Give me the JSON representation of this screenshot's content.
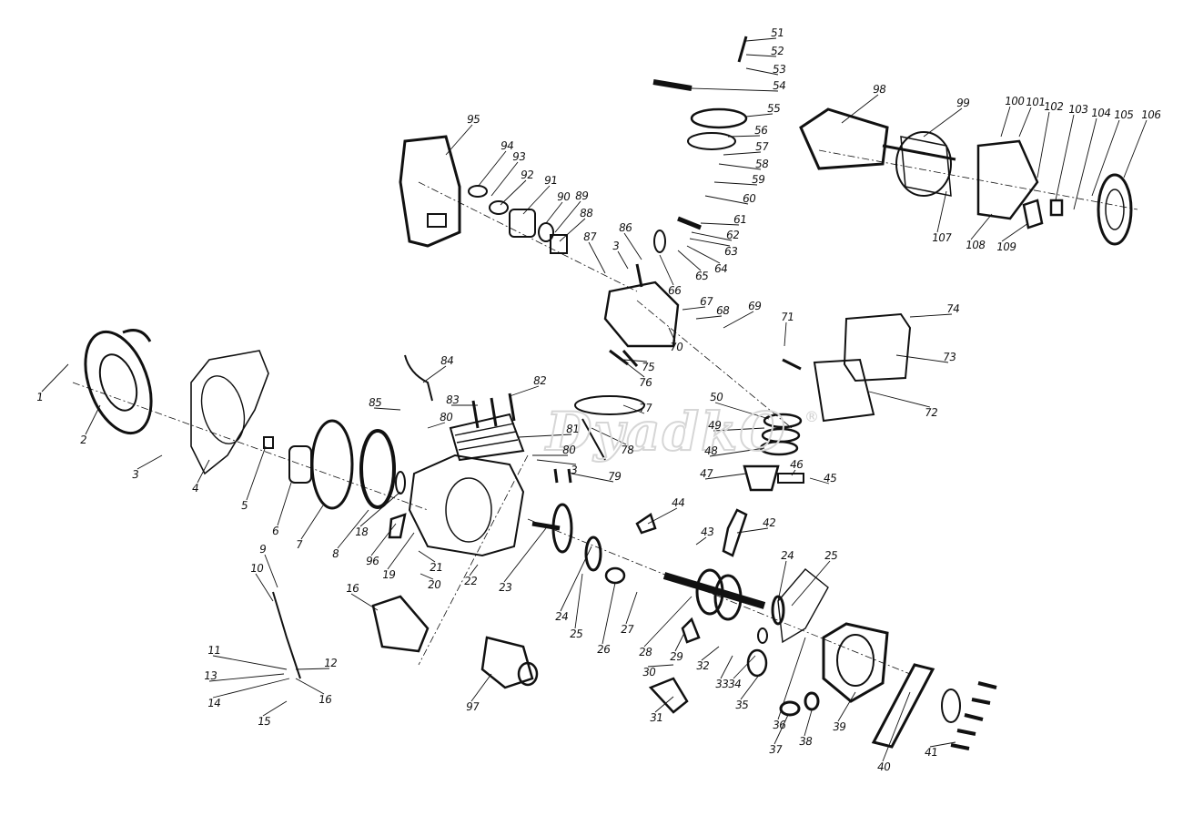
{
  "diagram": {
    "type": "exploded-parts-view",
    "watermark": "DyadkO",
    "watermark_mark": "®",
    "callouts": [
      "1",
      "2",
      "3",
      "4",
      "5",
      "6",
      "7",
      "8",
      "18",
      "96",
      "19",
      "16",
      "9",
      "10",
      "11",
      "12",
      "13",
      "14",
      "15",
      "16",
      "21",
      "20",
      "22",
      "23",
      "24",
      "25",
      "26",
      "27",
      "28",
      "29",
      "30",
      "31",
      "32",
      "33",
      "34",
      "35",
      "36",
      "37",
      "38",
      "39",
      "40",
      "41",
      "42",
      "43",
      "44",
      "45",
      "46",
      "47",
      "48",
      "49",
      "50",
      "24",
      "25",
      "51",
      "52",
      "53",
      "54",
      "55",
      "56",
      "57",
      "58",
      "59",
      "60",
      "61",
      "62",
      "63",
      "64",
      "65",
      "66",
      "67",
      "68",
      "69",
      "70",
      "71",
      "72",
      "73",
      "74",
      "75",
      "76",
      "77",
      "78",
      "79",
      "80",
      "80",
      "81",
      "82",
      "83",
      "84",
      "85",
      "3",
      "86",
      "3",
      "87",
      "88",
      "89",
      "90",
      "91",
      "92",
      "93",
      "94",
      "95",
      "98",
      "99",
      "100",
      "101",
      "102",
      "103",
      "104",
      "105",
      "106",
      "107",
      "108",
      "109",
      "97"
    ]
  }
}
